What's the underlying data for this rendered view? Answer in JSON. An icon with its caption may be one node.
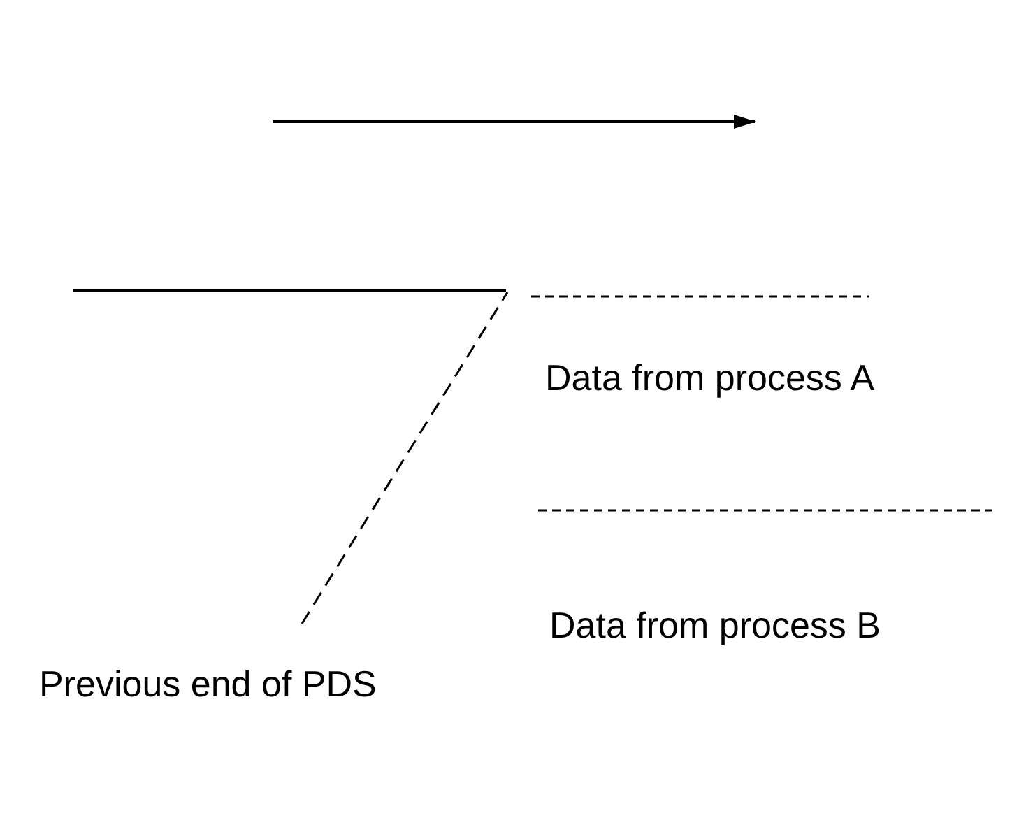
{
  "diagram": {
    "nodes": [
      {
        "text": [],
        "shape": "bar"
      },
      {
        "text": [
          "Previous end of PDS"
        ]
      }
    ],
    "edges": [
      {
        "from": 1,
        "to": 0,
        "arrow": "none",
        "style": "dashed"
      }
    ],
    "labels": [
      "Data from process A",
      "Data from process B"
    ]
  }
}
